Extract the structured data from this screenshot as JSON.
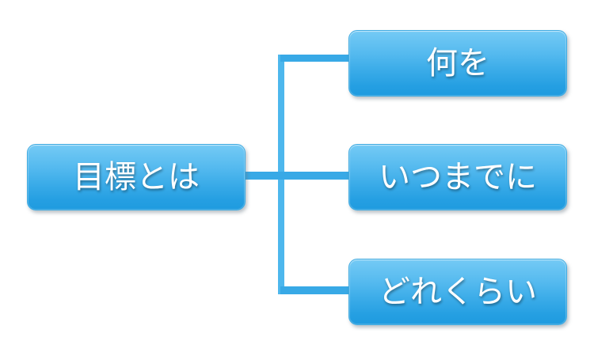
{
  "diagram": {
    "type": "hierarchy",
    "orientation": "left-to-right",
    "background_color": "#ffffff",
    "node_text_color": "#ffffff",
    "node_gradient_top_color": "#74caf5",
    "node_gradient_bottom_color": "#1f9bdf",
    "connector_color": "#38a9e6",
    "spine_color": "#4db7ed",
    "root": {
      "label": "目標とは"
    },
    "children": [
      {
        "label": "何を"
      },
      {
        "label": "いつまでに"
      },
      {
        "label": "どれくらい"
      }
    ]
  }
}
